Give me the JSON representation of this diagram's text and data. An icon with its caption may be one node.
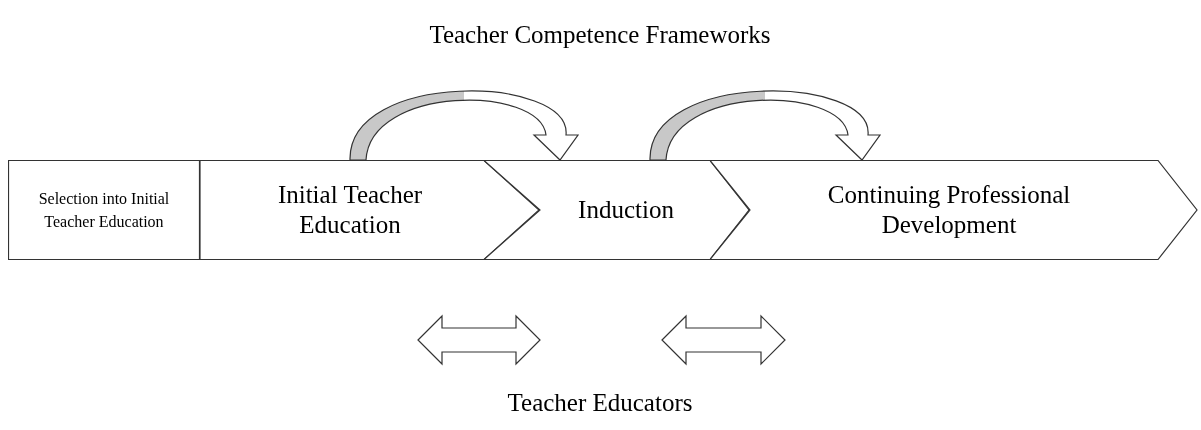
{
  "diagram": {
    "nodes": [
      {
        "text": [
          "Selection into Initial Teacher Education"
        ]
      },
      {
        "text": [
          "Initial Teacher Education"
        ]
      },
      {
        "text": [
          "Induction"
        ]
      },
      {
        "text": [
          "Continuing Professional Development"
        ]
      }
    ],
    "edges": [
      {
        "from": 1,
        "to": 2,
        "arrow": "to"
      },
      {
        "from": 2,
        "to": 3,
        "arrow": "to"
      },
      {
        "from": 1,
        "to": 2,
        "arrow": "both"
      },
      {
        "from": 2,
        "to": 3,
        "arrow": "both"
      }
    ],
    "labels": [
      "Teacher Competence Frameworks",
      "Teacher Educators"
    ]
  }
}
